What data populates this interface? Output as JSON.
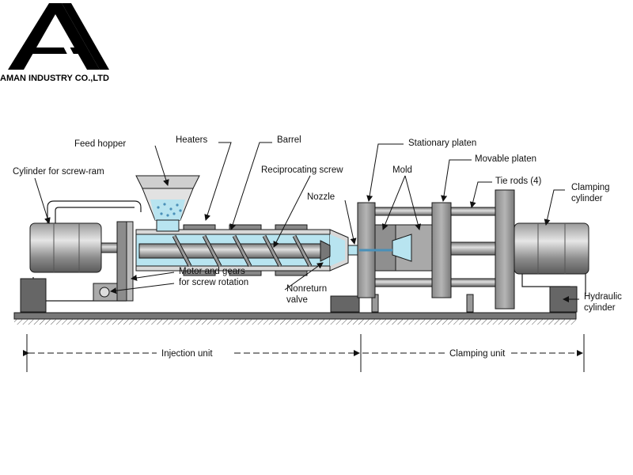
{
  "brand": {
    "company": "AMAN INDUSTRY CO.,LTD",
    "logo_icon": "aman-logo-icon"
  },
  "diagram": {
    "labels": {
      "feed_hopper": "Feed hopper",
      "heaters": "Heaters",
      "barrel": "Barrel",
      "cylinder_screw_ram": "Cylinder for screw-ram",
      "reciprocating_screw": "Reciprocating screw",
      "nozzle": "Nozzle",
      "mold": "Mold",
      "stationary_platen": "Stationary platen",
      "movable_platen": "Movable platen",
      "tie_rods": "Tie rods (4)",
      "clamping_cylinder_1": "Clamping",
      "clamping_cylinder_2": "cylinder",
      "motor_gears_1": "Motor and gears",
      "motor_gears_2": "for screw rotation",
      "nonreturn_1": "Nonreturn",
      "nonreturn_2": "valve",
      "hydraulic_1": "Hydraulic",
      "hydraulic_2": "cylinder"
    },
    "units": {
      "injection": "Injection unit",
      "clamping": "Clamping unit"
    },
    "colors": {
      "melt": "#b8e4f0",
      "metal_dark": "#6e6e6e",
      "metal_mid": "#a8a8a8",
      "metal_light": "#dcdcdc",
      "outline": "#1a1a1a"
    }
  }
}
